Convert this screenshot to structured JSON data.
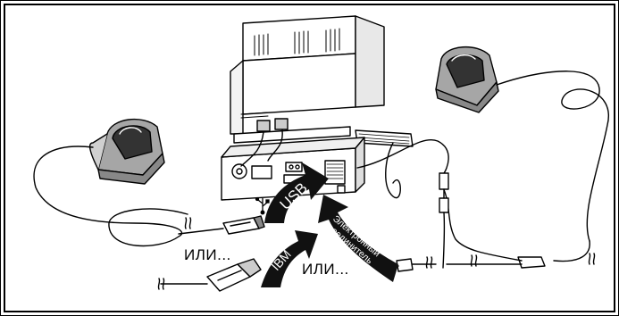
{
  "labels": {
    "or_1": "ИЛИ...",
    "or_2": "ИЛИ...",
    "usb": "USB",
    "ibm": "IBM",
    "keyboard_wedge_line1": "Электронный",
    "keyboard_wedge_line2": "соединитель"
  },
  "colors": {
    "line": "#000000",
    "fill": "#ffffff",
    "arrow": "#111111",
    "scanner_body": "#9a9a9a",
    "scanner_dark": "#222222"
  },
  "icons": {
    "usb_symbol": "usb-symbol-icon"
  }
}
